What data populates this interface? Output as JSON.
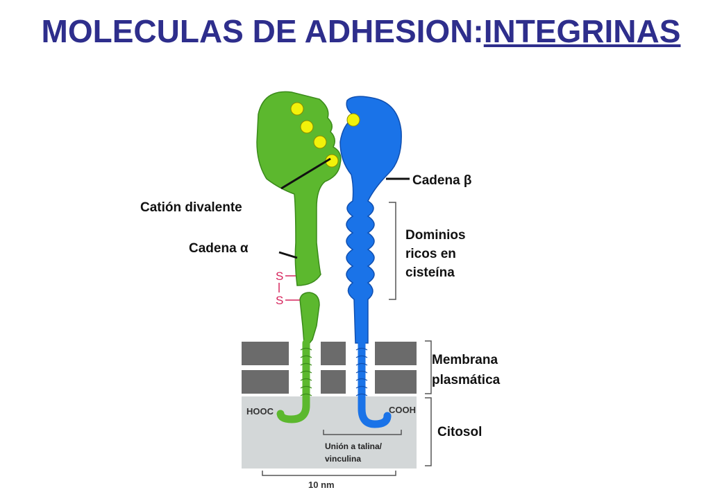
{
  "title": {
    "main": "MOLECULAS DE ADHESION:",
    "underlined": "INTEGRINAS"
  },
  "labels": {
    "cation": "Catión divalente",
    "alpha": "Cadena α",
    "beta": "Cadena β",
    "dominios": [
      "Dominios",
      "ricos en",
      "cisteína"
    ],
    "membrana": [
      "Membrana",
      "plasmática"
    ],
    "citosol": "Citosol",
    "hooc": "HOOC",
    "cooh": "COOH",
    "union": [
      "Unión a talina/",
      "vinculina"
    ],
    "scale": "10 nm",
    "s1": "S",
    "s2": "S"
  },
  "colors": {
    "title": "#2e2e8c",
    "alpha_chain": "#5cb82e",
    "beta_chain": "#1a73e8",
    "cation": "#f2f20a",
    "membrane": "#6b6b6b",
    "cytosol": "#d3d7d8",
    "disulfide": "#d6245c"
  }
}
